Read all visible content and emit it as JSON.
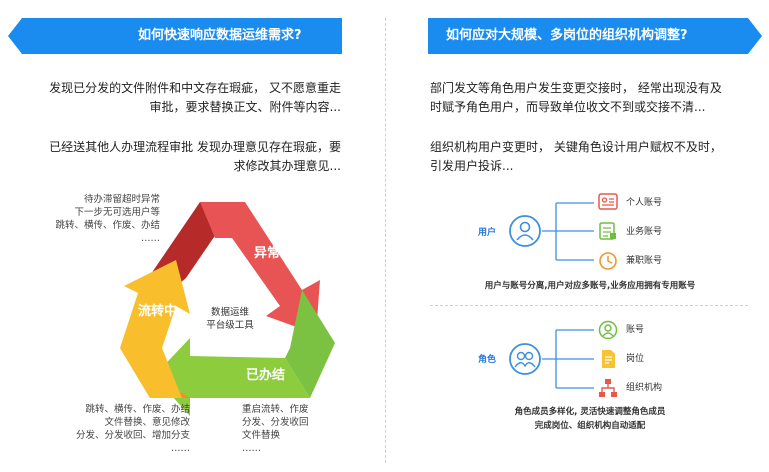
{
  "left": {
    "banner_title": "如何快速响应数据运维需求?",
    "paragraph1": [
      "发现已分发的文件附件和中文存在瑕疵， 又不愿意重走",
      "审批，要求替换正文、附件等内容..."
    ],
    "paragraph2": [
      "已经送其他人办理流程审批 发现办理意见存在瑕疵，要",
      "求修改其办理意见..."
    ],
    "cycle": {
      "center": [
        "数据运维",
        "平台级工具"
      ],
      "abnormal": "异常",
      "in_progress": "流转中",
      "done": "已办结"
    },
    "note_topleft": [
      "待办滞留超时异常",
      "下一步无可选用户等",
      "跳转、横传、作废、办结",
      "……"
    ],
    "note_bottomleft": [
      "跳转、横传、作废、办结",
      "文件替换、意见修改",
      "分发、分发收回、增加分支",
      "……"
    ],
    "note_bottomright": [
      "重启流转、作废",
      "分发、分发收回",
      "文件替换",
      "……"
    ]
  },
  "right": {
    "banner_title": "如何应对大规模、多岗位的组织机构调整?",
    "paragraph1": [
      "部门发文等角色用户发生变更交接时， 经常出现没有及",
      "时赋予角色用户，而导致单位收文不到或交接不清..."
    ],
    "paragraph2": [
      "组织机构用户变更时， 关键角色设计用户赋权不及时，",
      "引发用户投诉..."
    ],
    "user_block": {
      "label": "用户",
      "accounts": [
        "个人账号",
        "业务账号",
        "兼职账号"
      ],
      "caption": "用户与账号分离,用户对应多账号,业务应用拥有专用账号"
    },
    "role_block": {
      "label": "角色",
      "items": [
        "账号",
        "岗位",
        "组织机构"
      ],
      "caption": [
        "角色成员多样化, 灵活快速调整角色成员",
        "完成岗位、组织机构自动适配"
      ]
    }
  },
  "colors": {
    "banner_blue": "#1a8cf0",
    "red": "#e84e4e",
    "dark_red": "#b72a2a",
    "green": "#7cc242",
    "orange": "#f4a12b",
    "yellow": "#f8be2c",
    "icon_blue": "#3d8fe0",
    "icon_green": "#6fbf3f",
    "icon_orange": "#f0962a"
  }
}
